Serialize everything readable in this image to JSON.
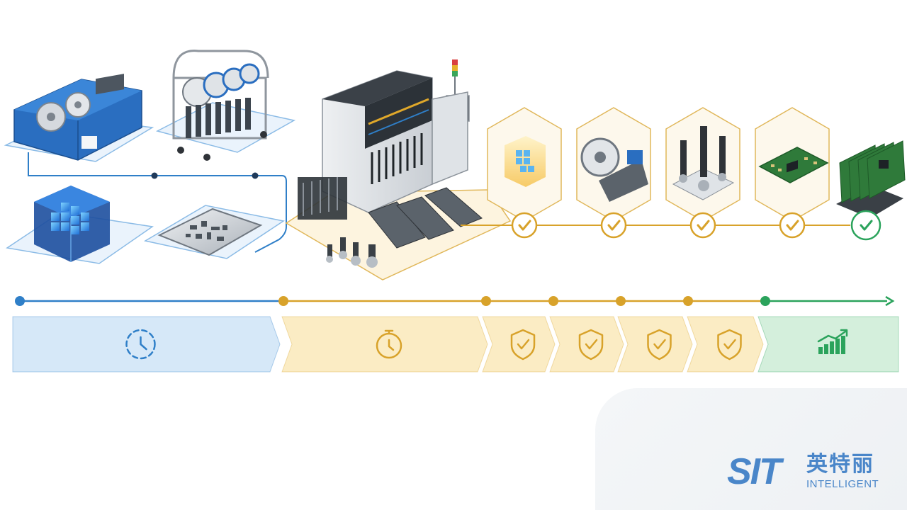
{
  "brand": {
    "mark": "SIT",
    "name_cn": "英特丽",
    "name_en": "INTELLIGENT",
    "color": "#4a86c9"
  },
  "colors": {
    "blue": "#2f7fc8",
    "blue_fill": "#d6e8f8",
    "gold": "#d8a22a",
    "gold_fill": "#fbecc4",
    "green": "#2ba35c",
    "green_fill": "#d4efdc"
  },
  "stages": [
    {
      "id": "prep",
      "color": "blue",
      "icon": "clock-dashed-icon"
    },
    {
      "id": "changeover",
      "color": "gold",
      "icon": "stopwatch-icon"
    },
    {
      "id": "verify-material",
      "color": "gold",
      "icon": "shield-check-icon"
    },
    {
      "id": "verify-feeder",
      "color": "gold",
      "icon": "shield-check-icon"
    },
    {
      "id": "verify-nozzle",
      "color": "gold",
      "icon": "shield-check-icon"
    },
    {
      "id": "verify-board",
      "color": "gold",
      "icon": "shield-check-icon"
    },
    {
      "id": "production",
      "color": "green",
      "icon": "growth-chart-icon"
    }
  ],
  "illustrations": [
    "component-bin",
    "feeder-trolley",
    "material-cube",
    "stencil",
    "pick-and-place-machine",
    "feeders-and-nozzles",
    "material-cube-check",
    "reel-feeder-check",
    "nozzle-check",
    "pcb-check",
    "pcb-stack-output"
  ],
  "checkpoints": [
    {
      "name": "material",
      "status": "ok"
    },
    {
      "name": "feeder",
      "status": "ok"
    },
    {
      "name": "nozzle",
      "status": "ok"
    },
    {
      "name": "board",
      "status": "ok"
    },
    {
      "name": "output",
      "status": "ok"
    }
  ]
}
